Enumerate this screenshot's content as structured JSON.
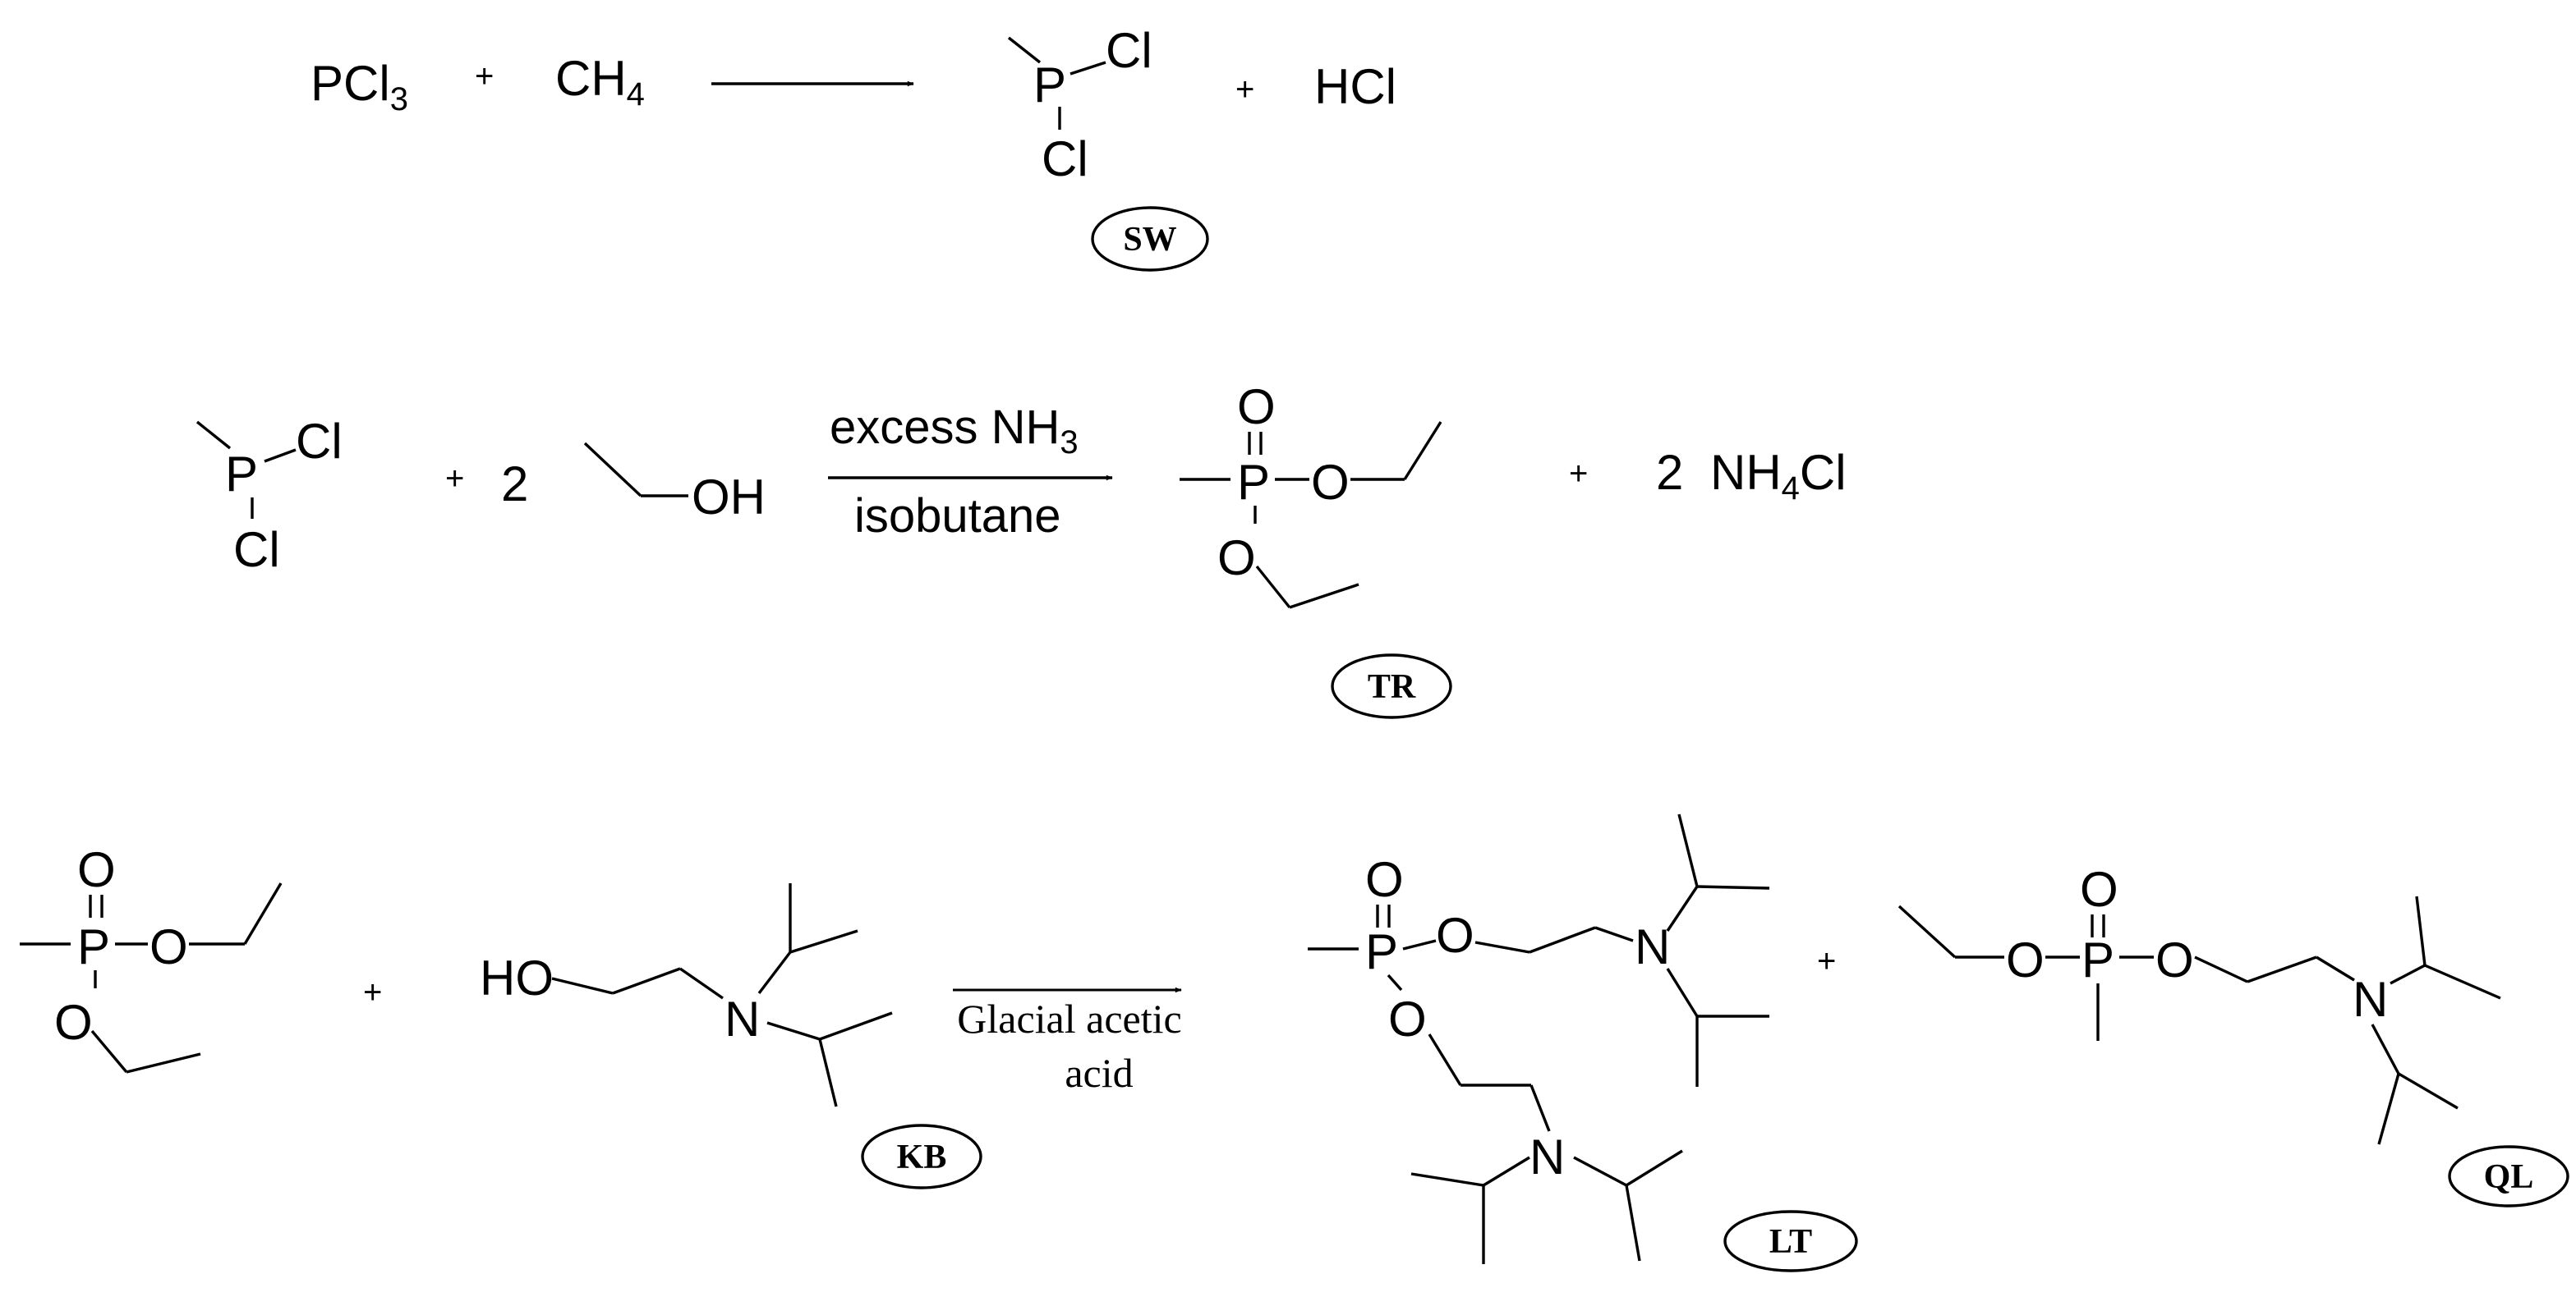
{
  "reaction1": {
    "reactant_a": "PCl",
    "reactant_a_sub": "3",
    "plus_1": "+",
    "reactant_b": "CH",
    "reactant_b_sub": "4",
    "product_p": "P",
    "product_cl_a": "Cl",
    "product_cl_b": "Cl",
    "product_label": "SW",
    "plus_2": "+",
    "byproduct": "HCl"
  },
  "reaction2": {
    "reactant_p": "P",
    "reactant_cl_a": "Cl",
    "reactant_cl_b": "Cl",
    "plus_1": "+",
    "coefficient": "2",
    "ethanol_oh": "OH",
    "condition_above_prefix": "excess NH",
    "condition_above_sub": "3",
    "condition_below": "isobutane",
    "product_o_double": "O",
    "product_p": "P",
    "product_o_right": "O",
    "product_o_down": "O",
    "product_label": "TR",
    "plus_2": "+",
    "byproduct_coefficient": "2",
    "byproduct_prefix": "NH",
    "byproduct_sub": "4",
    "byproduct_suffix": "Cl"
  },
  "reaction3": {
    "reactant_o_double": "O",
    "reactant_p": "P",
    "reactant_o_right": "O",
    "reactant_o_down": "O",
    "plus_1": "+",
    "kb_ho": "HO",
    "kb_n": "N",
    "kb_label": "KB",
    "condition_line1": "Glacial acetic",
    "condition_line2": "acid",
    "lt_o_double": "O",
    "lt_p": "P",
    "lt_o_right": "O",
    "lt_n_top": "N",
    "lt_o_down": "O",
    "lt_n_bottom": "N",
    "lt_label": "LT",
    "plus_2": "+",
    "ql_o_left": "O",
    "ql_o_double": "O",
    "ql_p": "P",
    "ql_o_right": "O",
    "ql_n": "N",
    "ql_label": "QL"
  }
}
